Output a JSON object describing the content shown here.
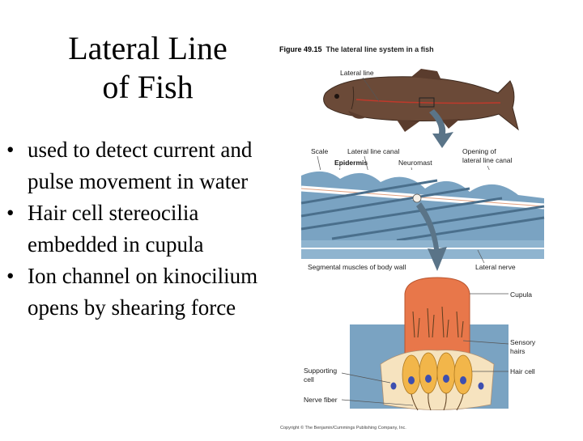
{
  "slide": {
    "title": [
      "Lateral Line",
      "of Fish"
    ],
    "bullets": [
      "used to detect current and pulse movement in water",
      "Hair cell stereocilia embedded in cupula",
      "Ion channel on kinocilium opens by shearing force"
    ],
    "bullet_glyph": "•"
  },
  "figure": {
    "number": "Figure 49.15",
    "caption": "The lateral line system in a fish",
    "labels": {
      "lateral_line": "Lateral line",
      "scale": "Scale",
      "lateral_line_canal": "Lateral line canal",
      "opening_1": "Opening of",
      "opening_2": "lateral line canal",
      "epidermis": "Epidermis",
      "neuromast": "Neuromast",
      "segmental_muscles": "Segmental muscles of body wall",
      "lateral_nerve": "Lateral nerve",
      "cupula": "Cupula",
      "sensory_hairs_1": "Sensory",
      "sensory_hairs_2": "hairs",
      "supporting_cell_1": "Supporting",
      "supporting_cell_2": "cell",
      "hair_cell": "Hair cell",
      "nerve_fiber": "Nerve fiber"
    },
    "copyright": "Copyright © The Benjamin/Cummings Publishing Company, Inc.",
    "colors": {
      "fish_body": "#6b4a38",
      "lateral_line": "#c0392b",
      "water": "#7aa3c2",
      "muscle": "#4a6f8c",
      "cupula": "#e8774a",
      "hair_cell": "#f2b64a",
      "supporting_cell": "#f6e3bf",
      "nucleus": "#3d4fb0",
      "arrow": "#5a7488"
    }
  }
}
